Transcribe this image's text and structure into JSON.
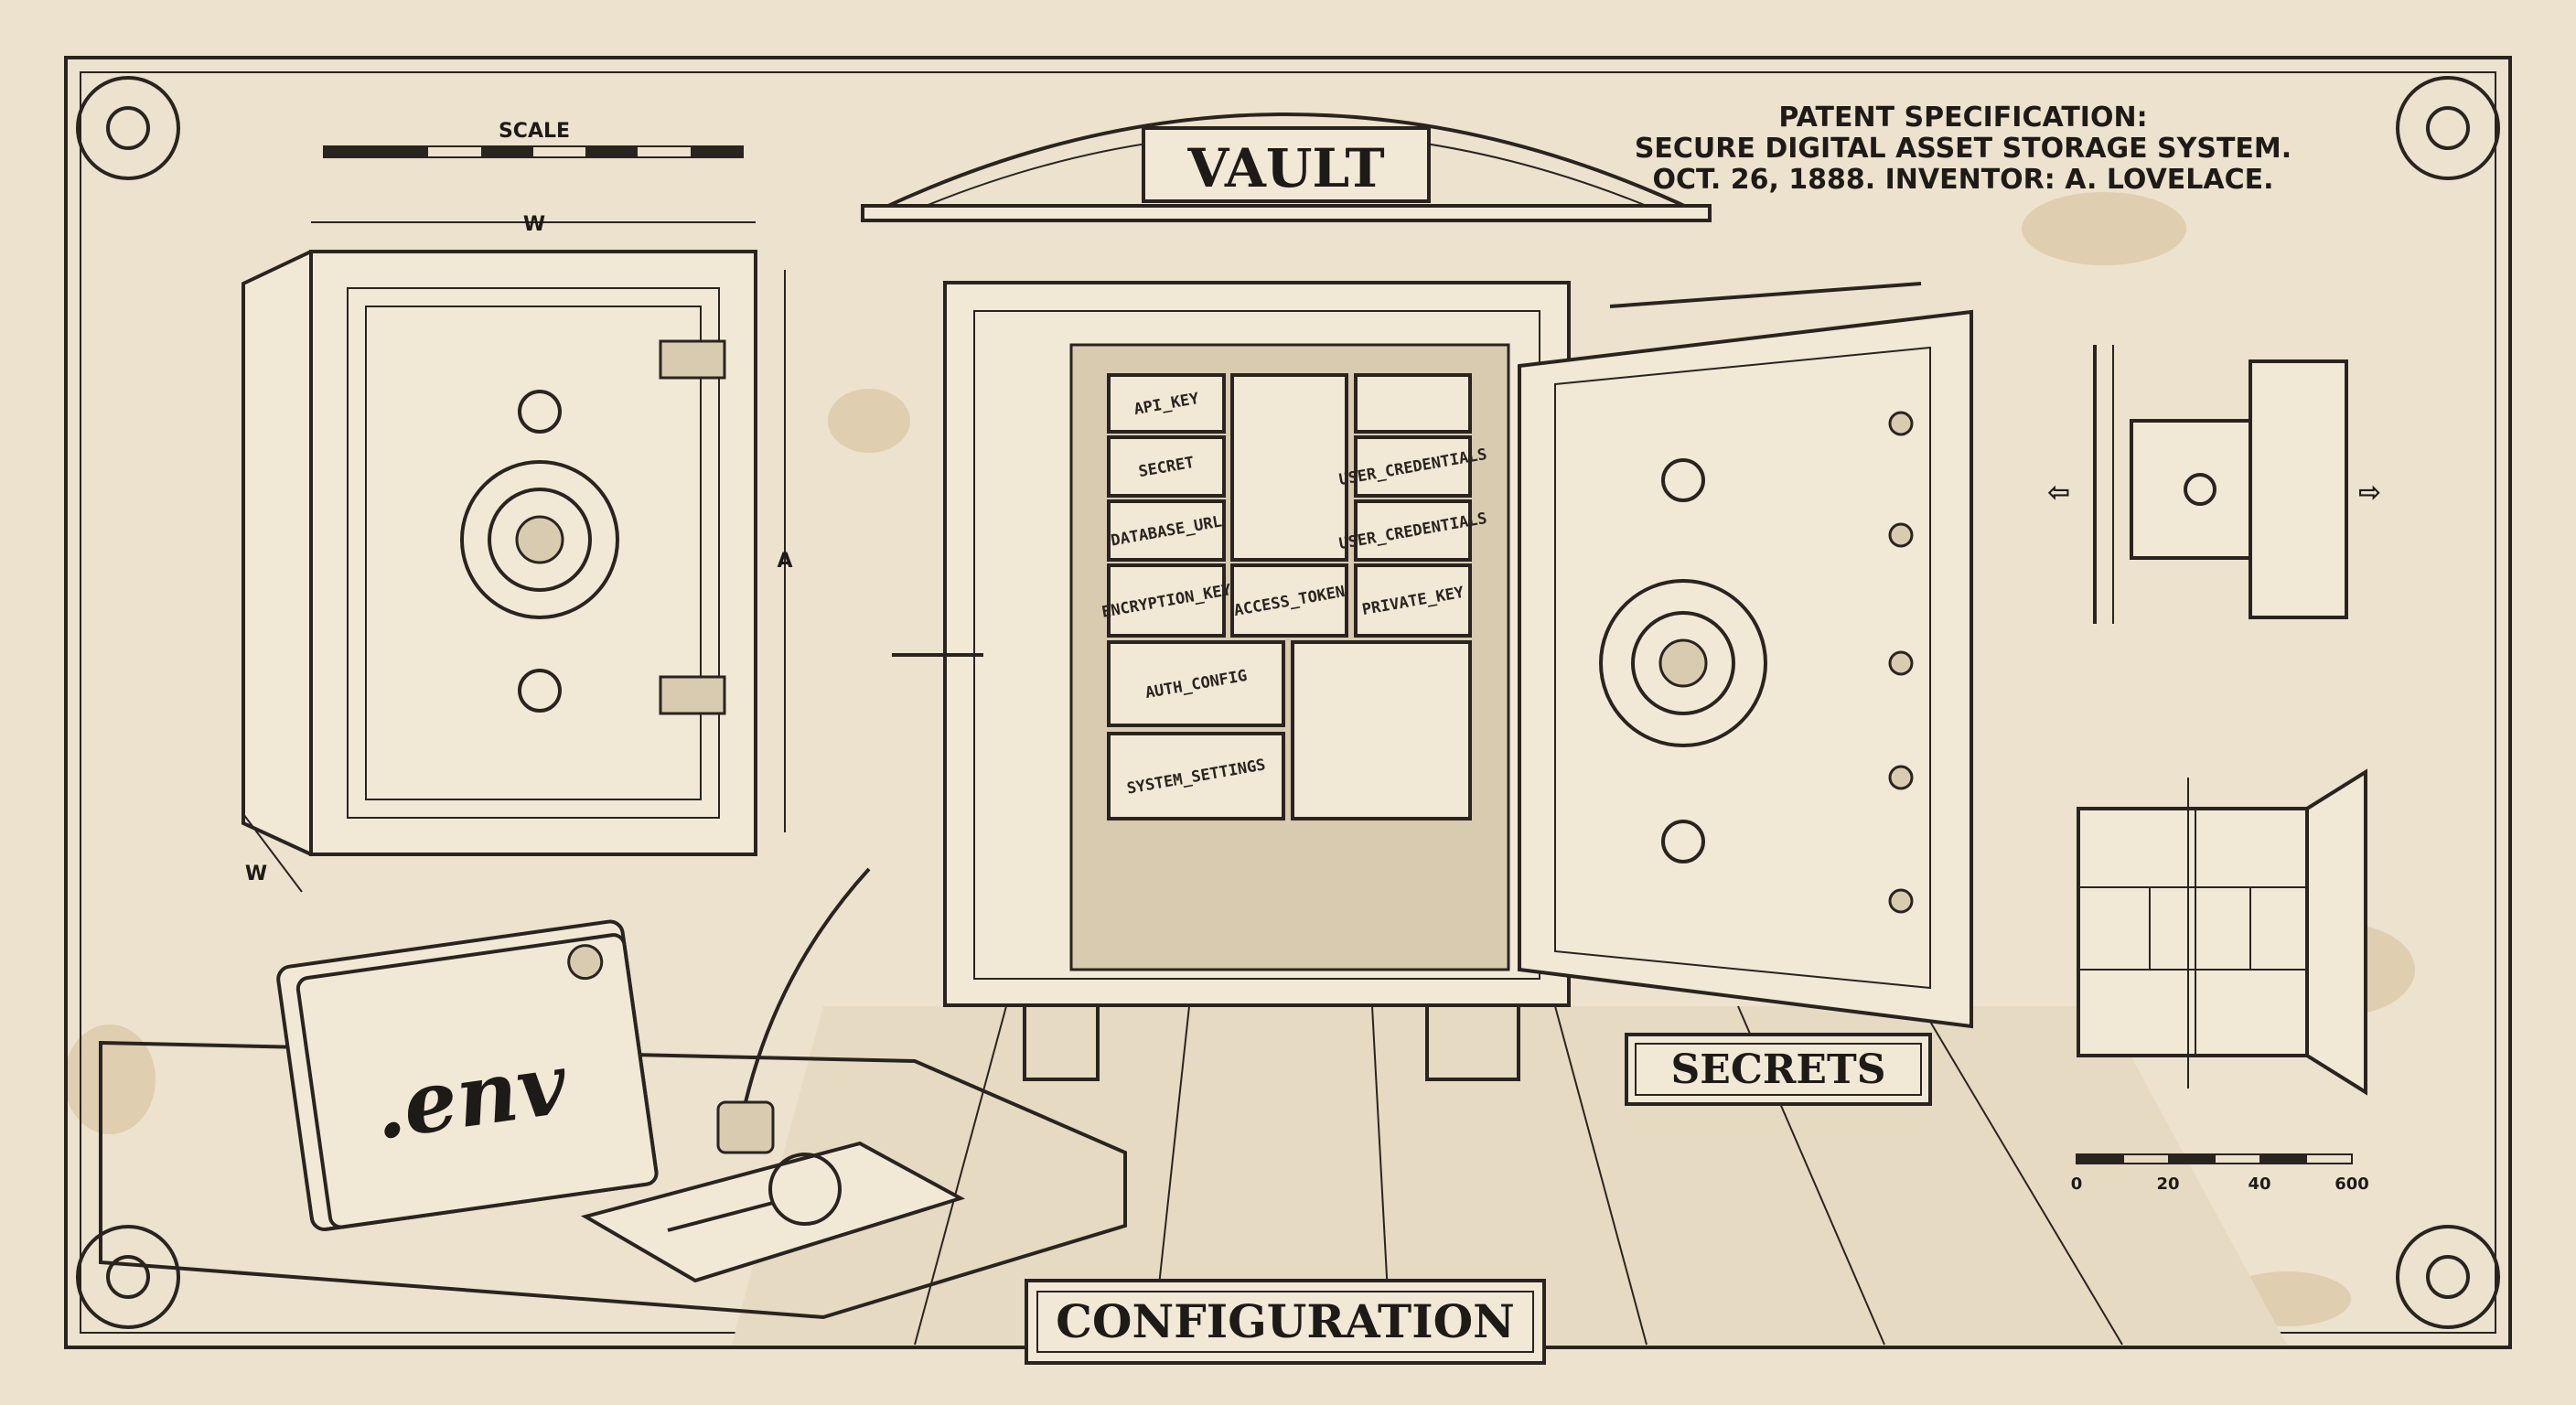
{
  "title": "VAULT",
  "patent": {
    "line1": "PATENT SPECIFICATION:",
    "line2": "SECURE DIGITAL ASSET STORAGE SYSTEM.",
    "line3": "OCT. 26, 1888. INVENTOR: A. LOVELACE."
  },
  "scale_top": {
    "label": "SCALE"
  },
  "dimensions": {
    "width_top": "W",
    "height": "A",
    "width_bottom": "W"
  },
  "drawers": [
    "API_KEY",
    "SECRET",
    "USER_CREDENTIALS",
    "DATABASE_URL",
    "USER_CREDENTIALS",
    "ENCRYPTION_KEY",
    "ACCESS_TOKEN",
    "PRIVATE_KEY",
    "AUTH_CONFIG",
    "SYSTEM_SETTINGS"
  ],
  "folder": {
    "label": ".env"
  },
  "plaques": {
    "secrets": "SECRETS",
    "configuration": "CONFIGURATION"
  },
  "scale_bottom": {
    "ticks": [
      "0",
      "20",
      "40",
      "600"
    ]
  },
  "colors": {
    "paper": "#ece2cd",
    "ink": "#2a2420",
    "stain": "#c9a878"
  }
}
